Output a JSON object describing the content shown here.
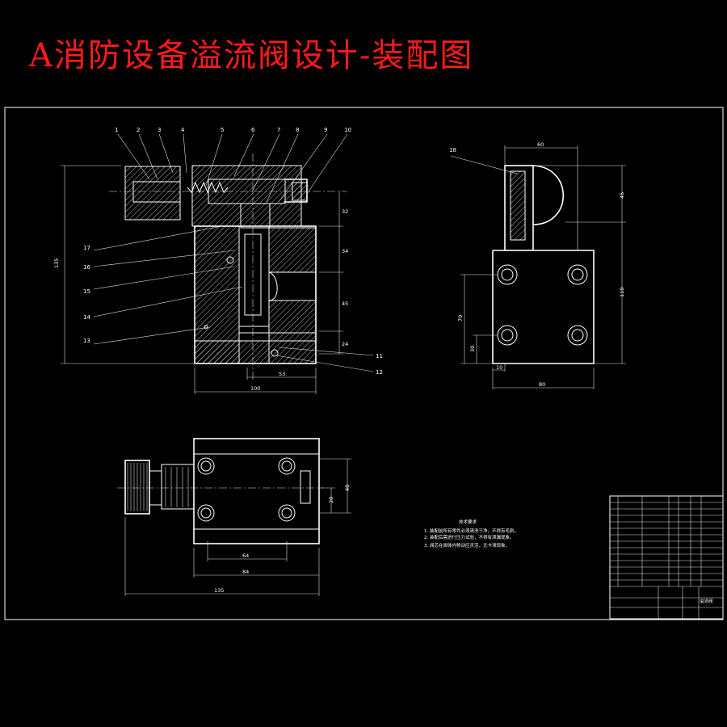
{
  "title": "A消防设备溢流阀设计-装配图",
  "part_numbers": [
    "1",
    "2",
    "3",
    "4",
    "5",
    "6",
    "7",
    "8",
    "9",
    "10",
    "11",
    "12",
    "13",
    "14",
    "15",
    "16",
    "17",
    "18"
  ],
  "dims_front": {
    "left_height": "135",
    "d1": "32",
    "d2": "34",
    "d3": "45",
    "d4": "24",
    "bottom_inner": "53",
    "bottom_width": "100"
  },
  "dims_side": {
    "top": "60",
    "d1": "45",
    "d2": "110",
    "d3": "70",
    "d4": "30",
    "d5": "10",
    "bottom": "80"
  },
  "dims_top": {
    "h": "40",
    "h2": "20",
    "w1": "64",
    "w2": "84",
    "total": "135"
  },
  "tech_req": {
    "heading": "技术要求",
    "lines": [
      "1. 装配前所有零件必须清洗干净，不得有毛刺。",
      "2. 装配后需进行压力试验，不得有泄漏现象。",
      "3. 阀芯在阀体内移动应灵活，无卡滞现象。"
    ]
  },
  "title_block": {
    "name": "溢流阀"
  }
}
